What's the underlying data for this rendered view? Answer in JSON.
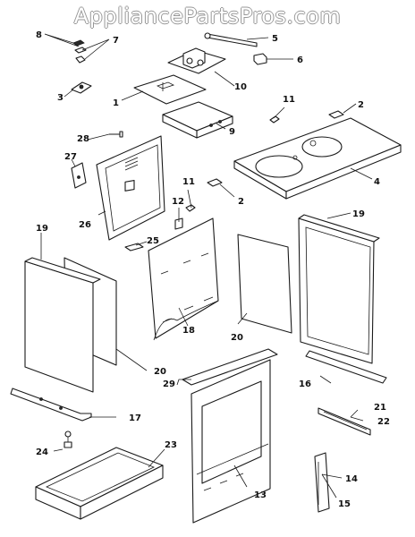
{
  "watermark": "AppliancePartsPros.com",
  "callouts": [
    "1",
    "2",
    "2",
    "3",
    "4",
    "5",
    "6",
    "7",
    "8",
    "9",
    "10",
    "11",
    "11",
    "12",
    "13",
    "14",
    "15",
    "16",
    "17",
    "18",
    "19",
    "19",
    "20",
    "20",
    "21",
    "22",
    "23",
    "24",
    "25",
    "26",
    "27",
    "28",
    "29"
  ]
}
